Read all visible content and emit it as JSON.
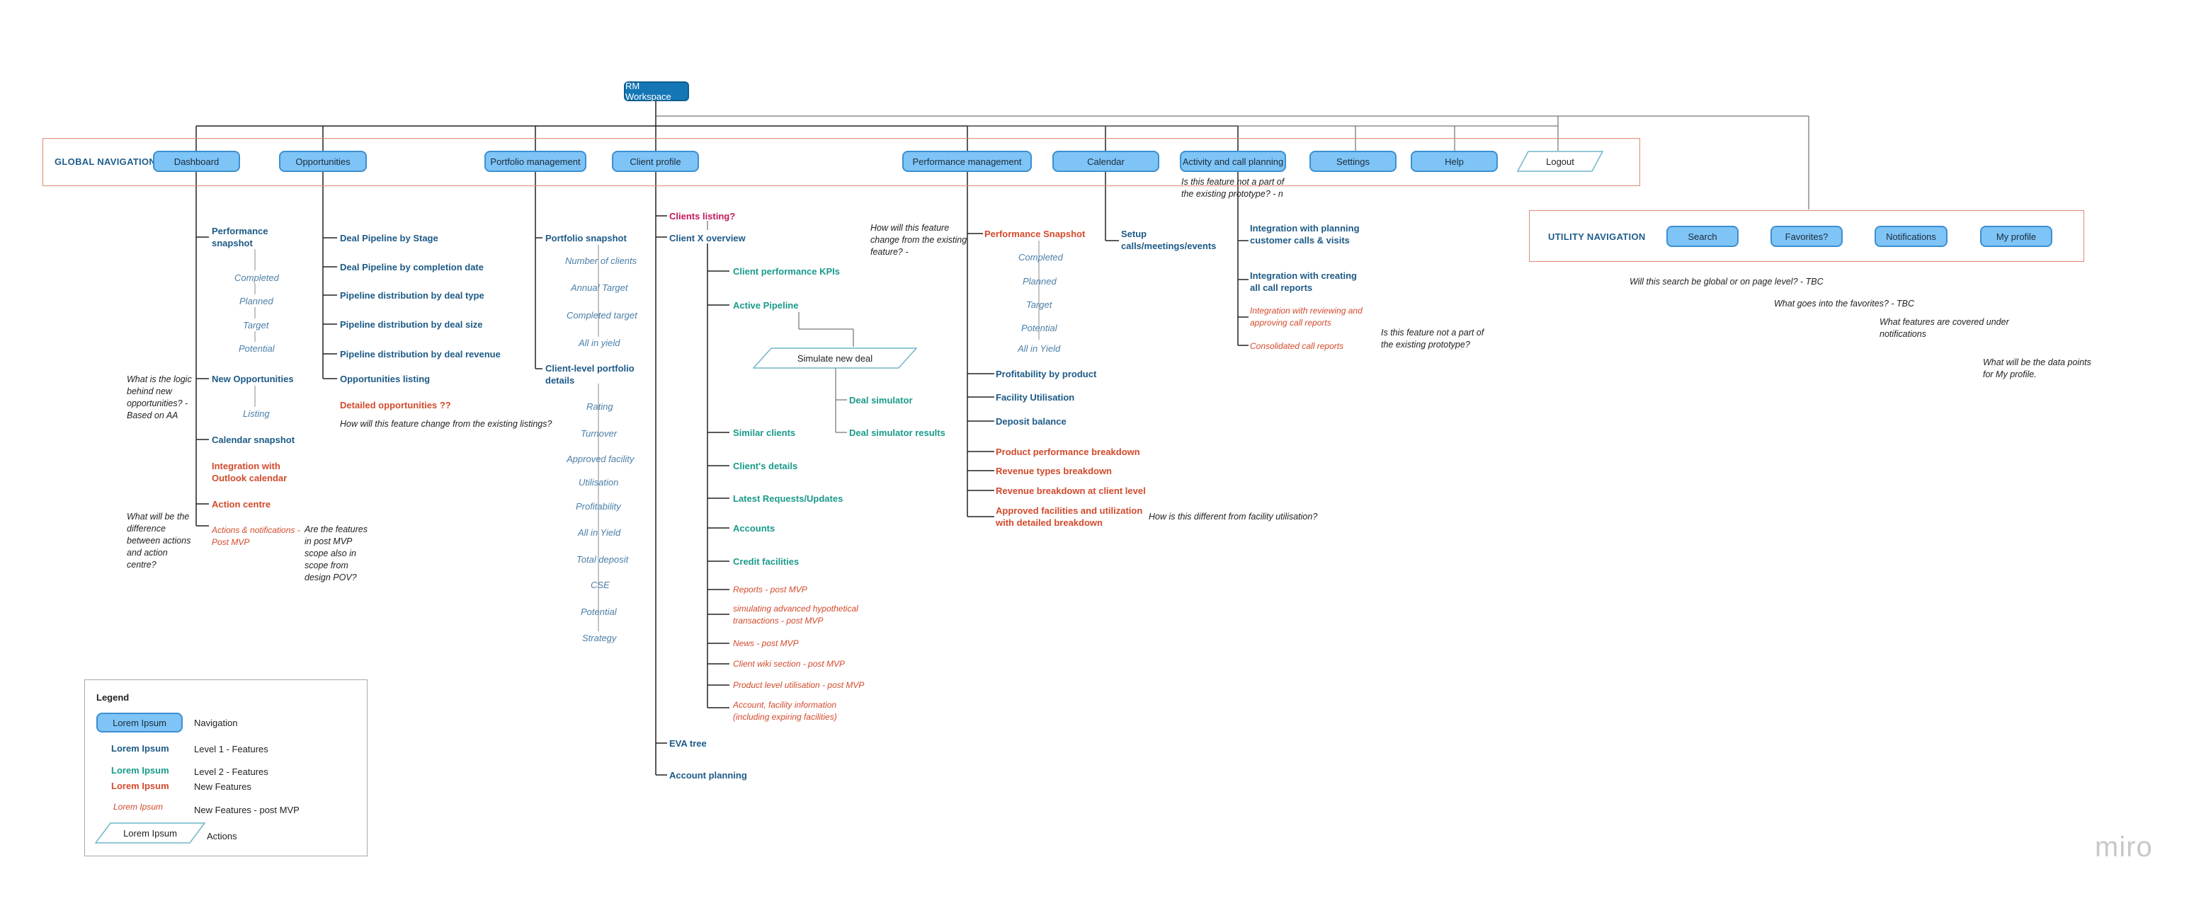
{
  "root": {
    "label": "RM Workspace"
  },
  "global_navigation": {
    "title": "GLOBAL NAVIGATION",
    "items": [
      "Dashboard",
      "Opportunities",
      "Portfolio management",
      "Client profile",
      "Performance management",
      "Calendar",
      "Activity and call planning",
      "Settings",
      "Help"
    ],
    "logout": "Logout"
  },
  "utility_navigation": {
    "title": "UTILITY NAVIGATION",
    "items": [
      "Search",
      "Favorites?",
      "Notifications",
      "My profile"
    ]
  },
  "dashboard": {
    "performance_snapshot": "Performance snapshot",
    "ps_children": [
      "Completed",
      "Planned",
      "Target",
      "Potential"
    ],
    "new_opportunities": "New Opportunities",
    "listing": "Listing",
    "calendar_snapshot": "Calendar snapshot",
    "integration_outlook": "Integration with Outlook calendar",
    "action_centre": "Action centre",
    "actions_notifications": "Actions & notifications - Post MVP",
    "note_logic": "What is the logic behind new opportunities? - Based on AA",
    "note_difference": "What will be the difference between actions and action centre?",
    "note_post_mvp": "Are the features in post MVP scope also in scope from design POV?"
  },
  "opportunities": {
    "items": [
      "Deal Pipeline by Stage",
      "Deal Pipeline by completion date",
      "Pipeline distribution by deal type",
      "Pipeline distribution by deal size",
      "Pipeline distribution by deal revenue",
      "Opportunities listing"
    ],
    "detailed": "Detailed opportunities ??",
    "note": "How will this feature change from the existing listings?"
  },
  "portfolio": {
    "snapshot": "Portfolio snapshot",
    "snapshot_children": [
      "Number of clients",
      "Annual Target",
      "Completed target",
      "All in yield"
    ],
    "client_level": "Client-level portfolio details",
    "client_level_children": [
      "Rating",
      "Turnover",
      "Approved facility",
      "Utilisation",
      "Profitability",
      "All in Yield",
      "Total deposit",
      "CSE",
      "Potential",
      "Strategy"
    ]
  },
  "client_profile": {
    "clients_listing": "Clients listing?",
    "client_overview": "Client X overview",
    "overview_children": [
      "Client performance KPIs",
      "Active Pipeline",
      "Similar clients",
      "Client's details",
      "Latest Requests/Updates",
      "Accounts",
      "Credit facilities"
    ],
    "post_mvp": [
      "Reports - post MVP",
      "simulating advanced hypothetical transactions - post MVP",
      "News - post MVP",
      "Client wiki section -  post MVP",
      "Product level utilisation -  post MVP",
      "Account, facility information (including expiring facilities)"
    ],
    "simulate_new_deal": "Simulate new deal",
    "deal_simulator": "Deal simulator",
    "deal_simulator_results": "Deal simulator results",
    "eva_tree": "EVA tree",
    "account_planning": "Account planning"
  },
  "performance": {
    "note_change": "How will this feature change from the existing feature? -",
    "snapshot": "Performance Snapshot",
    "snapshot_children": [
      "Completed",
      "Planned",
      "Target",
      "Potential",
      "All in Yield"
    ],
    "level1": [
      "Profitability by product",
      "Facility Utilisation",
      "Deposit balance"
    ],
    "new": [
      "Product performance breakdown",
      "Revenue types breakdown",
      "Revenue breakdown at client level",
      "Approved facilities and utilization with detailed breakdown"
    ],
    "note_facility": "How is this different from facility utilisation?"
  },
  "calendar": {
    "setup": "Setup calls/meetings/events"
  },
  "activity": {
    "note_prototype_1": "Is this feature not a part of the existing prototype? - n",
    "integration_planning": "Integration with planning customer calls & visits",
    "integration_creating": "Integration with creating all call reports",
    "integration_reviewing": "Integration with reviewing and approving  call reports",
    "consolidated": "Consolidated call reports",
    "note_prototype_2": "Is this feature not a part of the existing prototype?"
  },
  "utility_notes": {
    "search": "Will this search be global or on page level? - TBC",
    "favorites": "What goes into the favorites? - TBC",
    "notifications": "What features are covered under notifications",
    "profile": "What will be the data points for My profile."
  },
  "legend": {
    "title": "Legend",
    "rows": [
      {
        "sample": "Lorem Ipsum",
        "desc": "Navigation"
      },
      {
        "sample": "Lorem Ipsum",
        "desc": "Level 1 - Features"
      },
      {
        "sample": "Lorem Ipsum",
        "desc": "Level 2 - Features"
      },
      {
        "sample": "Lorem Ipsum",
        "desc": "New Features"
      },
      {
        "sample": "Lorem Ipsum",
        "desc": "New Features - post MVP"
      },
      {
        "sample": "Lorem Ipsum",
        "desc": "Actions"
      }
    ]
  },
  "watermark": "miro",
  "colors": {
    "level1": "#1d5a86",
    "level2": "#1a9a8a",
    "new": "#d24a2c",
    "nav": "#7fc4f6",
    "root": "#1476b5",
    "frame": "#e08a70"
  }
}
